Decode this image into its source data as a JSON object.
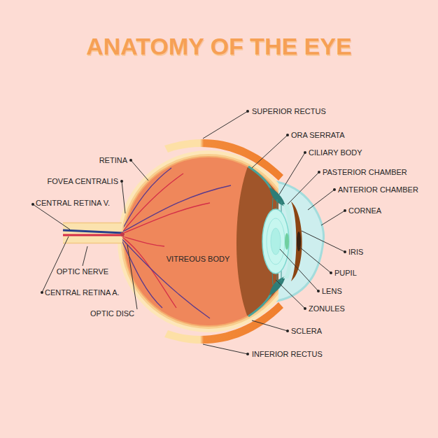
{
  "diagram": {
    "title": "ANATOMY OF THE EYE",
    "labels": [
      "SUPERIOR RECTUS",
      "ORA SERRATA",
      "CILIARY BODY",
      "RETINA",
      "PASTERIOR CHAMBER",
      "FOVEA CENTRALIS",
      "ANTERIOR CHAMBER",
      "CENTRAL RETINA V.",
      "CORNEA",
      "IRIS",
      "VITREOUS BODY",
      "OPTIC NERVE",
      "PUPIL",
      "LENS",
      "CENTRAL RETINA A.",
      "ZONULES",
      "OPTIC DISC",
      "SCLERA",
      "INFERIOR RECTUS"
    ]
  }
}
